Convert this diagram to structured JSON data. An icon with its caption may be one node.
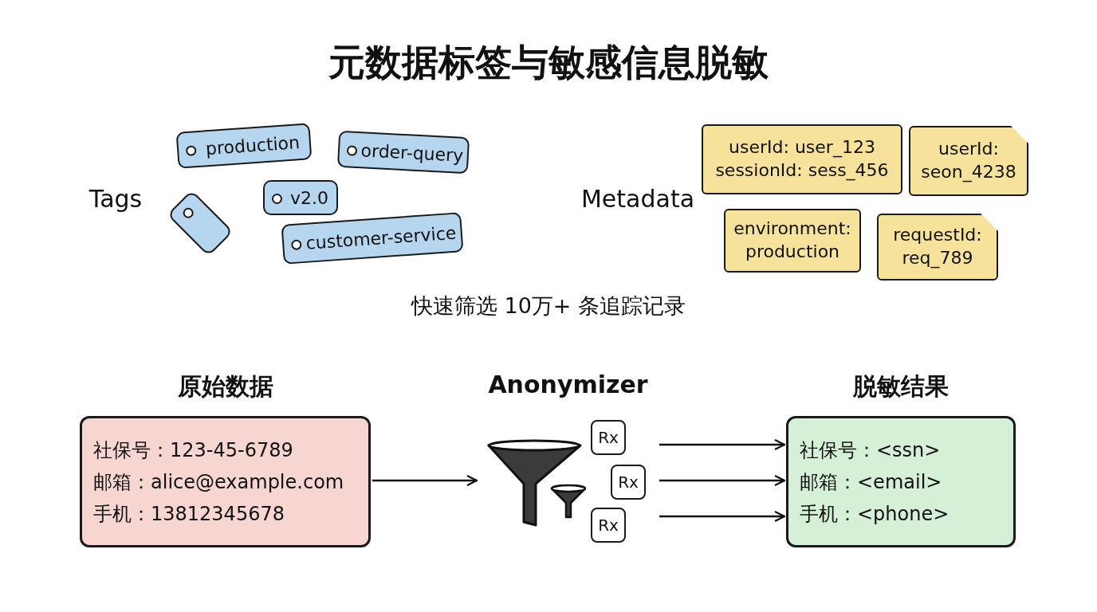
{
  "diagram": {
    "title": "元数据标签与敏感信息脱敏",
    "nodes": [
      {
        "text": [
          "production"
        ]
      },
      {
        "text": [
          "order-query"
        ]
      },
      {
        "text": [],
        "shape": "tag"
      },
      {
        "text": [
          "v2.0"
        ]
      },
      {
        "text": [
          "customer-service"
        ]
      },
      {
        "text": [
          "userId: user_123",
          "sessionId: sess_456"
        ]
      },
      {
        "text": [
          "userId: seon_4238"
        ]
      },
      {
        "text": [
          "environment: production"
        ]
      },
      {
        "text": [
          "requestId: req_789"
        ]
      },
      {
        "text": [
          "原始数据",
          "社保号：123-45-6789",
          "邮箱：alice@example.com",
          "手机：13812345678"
        ]
      },
      {
        "text": [
          "Anonymizer"
        ]
      },
      {
        "text": [
          "脱敏结果",
          "社保号：<ssn>",
          "邮箱：<email>",
          "手机：<phone>"
        ]
      }
    ],
    "edges": [
      {
        "from": 9,
        "to": 10,
        "arrow": "to"
      },
      {
        "from": 10,
        "to": 11,
        "arrow": "to"
      },
      {
        "from": 10,
        "to": 11,
        "arrow": "to"
      },
      {
        "from": 10,
        "to": 11,
        "arrow": "to"
      }
    ],
    "labels": [
      "Tags",
      "Metadata",
      "快速筛选 10万+ 条追踪记录",
      "Rx",
      "Rx",
      "Rx"
    ]
  }
}
